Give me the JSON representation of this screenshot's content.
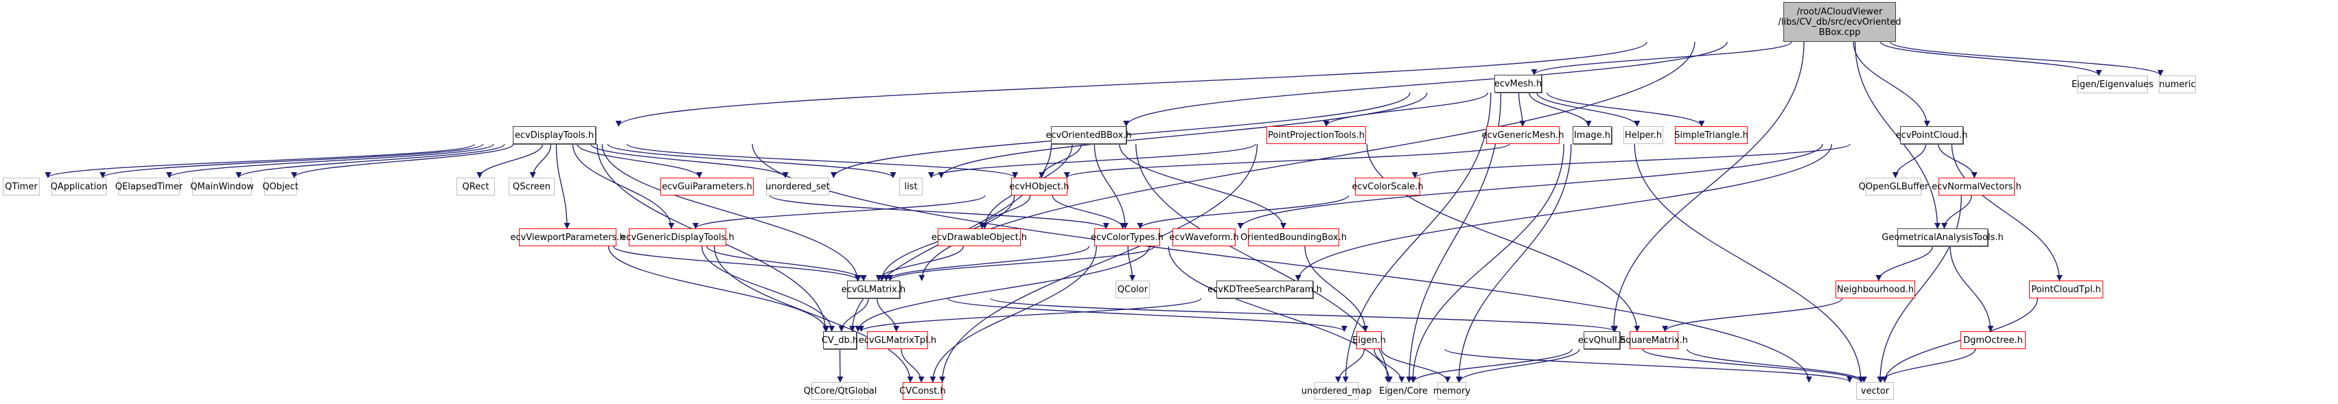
{
  "graph": {
    "title": "Include dependency graph for ecvOrientedBBox.cpp",
    "edge_color": "#191970",
    "border_colors": {
      "documented": "#404040",
      "incomplete": "#ff0000",
      "external": "#bfbfbf",
      "root_fill": "#bfbfbf"
    },
    "nodes": [
      {
        "id": "root",
        "label": "/root/ACloudViewer /libs/CV_db/src/ecvOriented BBox.cpp",
        "kind": "root"
      },
      {
        "id": "ecvDisplayTools",
        "label": "ecvDisplayTools.h",
        "kind": "black"
      },
      {
        "id": "ecvMesh",
        "label": "ecvMesh.h",
        "kind": "black"
      },
      {
        "id": "ecvOrientedBBox",
        "label": "ecvOrientedBBox.h",
        "kind": "black"
      },
      {
        "id": "PointProjectionTools",
        "label": "PointProjectionTools.h",
        "kind": "red"
      },
      {
        "id": "ecvGenericMesh",
        "label": "ecvGenericMesh.h",
        "kind": "red"
      },
      {
        "id": "Image",
        "label": "Image.h",
        "kind": "black"
      },
      {
        "id": "Helper",
        "label": "Helper.h",
        "kind": "gray"
      },
      {
        "id": "SimpleTriangle",
        "label": "SimpleTriangle.h",
        "kind": "red"
      },
      {
        "id": "ecvPointCloud",
        "label": "ecvPointCloud.h",
        "kind": "black"
      },
      {
        "id": "EigenEigenvalues",
        "label": "Eigen/Eigenvalues",
        "kind": "gray"
      },
      {
        "id": "numeric",
        "label": "numeric",
        "kind": "gray"
      },
      {
        "id": "QTimer",
        "label": "QTimer",
        "kind": "gray"
      },
      {
        "id": "QApplication",
        "label": "QApplication",
        "kind": "gray"
      },
      {
        "id": "QElapsedTimer",
        "label": "QElapsedTimer",
        "kind": "gray"
      },
      {
        "id": "QMainWindow",
        "label": "QMainWindow",
        "kind": "gray"
      },
      {
        "id": "QObject",
        "label": "QObject",
        "kind": "gray"
      },
      {
        "id": "QRect",
        "label": "QRect",
        "kind": "gray"
      },
      {
        "id": "QScreen",
        "label": "QScreen",
        "kind": "gray"
      },
      {
        "id": "ecvGuiParameters",
        "label": "ecvGuiParameters.h",
        "kind": "red"
      },
      {
        "id": "unordered_set",
        "label": "unordered_set",
        "kind": "gray"
      },
      {
        "id": "list",
        "label": "list",
        "kind": "gray"
      },
      {
        "id": "ecvHObject",
        "label": "ecvHObject.h",
        "kind": "red"
      },
      {
        "id": "ecvColorScale",
        "label": "ecvColorScale.h",
        "kind": "red"
      },
      {
        "id": "QOpenGLBuffer",
        "label": "QOpenGLBuffer",
        "kind": "gray"
      },
      {
        "id": "ecvNormalVectors",
        "label": "ecvNormalVectors.h",
        "kind": "red"
      },
      {
        "id": "ecvViewportParameters",
        "label": "ecvViewportParameters.h",
        "kind": "red"
      },
      {
        "id": "ecvGenericDisplayTools",
        "label": "ecvGenericDisplayTools.h",
        "kind": "red"
      },
      {
        "id": "ecvDrawableObject",
        "label": "ecvDrawableObject.h",
        "kind": "red"
      },
      {
        "id": "ecvColorTypes",
        "label": "ecvColorTypes.h",
        "kind": "red"
      },
      {
        "id": "ecvWaveform",
        "label": "ecvWaveform.h",
        "kind": "red"
      },
      {
        "id": "OrientedBoundingBox",
        "label": "OrientedBoundingBox.h",
        "kind": "red"
      },
      {
        "id": "GeometricalAnalysisTools",
        "label": "GeometricalAnalysisTools.h",
        "kind": "black"
      },
      {
        "id": "ecvGLMatrix",
        "label": "ecvGLMatrix.h",
        "kind": "black"
      },
      {
        "id": "QColor",
        "label": "QColor",
        "kind": "gray"
      },
      {
        "id": "ecvKDTreeSearchParam",
        "label": "ecvKDTreeSearchParam.h",
        "kind": "black"
      },
      {
        "id": "Neighbourhood",
        "label": "Neighbourhood.h",
        "kind": "red"
      },
      {
        "id": "PointCloudTpl",
        "label": "PointCloudTpl.h",
        "kind": "red"
      },
      {
        "id": "CV_db",
        "label": "CV_db.h",
        "kind": "black"
      },
      {
        "id": "ecvGLMatrixTpl",
        "label": "ecvGLMatrixTpl.h",
        "kind": "red"
      },
      {
        "id": "Eigen",
        "label": "Eigen.h",
        "kind": "red"
      },
      {
        "id": "ecvQhull",
        "label": "ecvQhull.h",
        "kind": "black"
      },
      {
        "id": "SquareMatrix",
        "label": "SquareMatrix.h",
        "kind": "red"
      },
      {
        "id": "DgmOctree",
        "label": "DgmOctree.h",
        "kind": "red"
      },
      {
        "id": "QtGlobal",
        "label": "QtCore/QtGlobal",
        "kind": "gray"
      },
      {
        "id": "CVConst",
        "label": "CVConst.h",
        "kind": "red"
      },
      {
        "id": "unordered_map",
        "label": "unordered_map",
        "kind": "gray"
      },
      {
        "id": "EigenCore",
        "label": "Eigen/Core",
        "kind": "gray"
      },
      {
        "id": "memory",
        "label": "memory",
        "kind": "gray"
      },
      {
        "id": "vector",
        "label": "vector",
        "kind": "gray"
      }
    ],
    "edges": [
      [
        "root",
        "ecvDisplayTools"
      ],
      [
        "root",
        "ecvMesh"
      ],
      [
        "root",
        "ecvOrientedBBox"
      ],
      [
        "root",
        "ecvPointCloud"
      ],
      [
        "root",
        "EigenEigenvalues"
      ],
      [
        "root",
        "numeric"
      ],
      [
        "root",
        "ecvGLMatrix"
      ],
      [
        "root",
        "ecvQhull"
      ],
      [
        "root",
        "GeometricalAnalysisTools"
      ],
      [
        "ecvDisplayTools",
        "QTimer"
      ],
      [
        "ecvDisplayTools",
        "QApplication"
      ],
      [
        "ecvDisplayTools",
        "QElapsedTimer"
      ],
      [
        "ecvDisplayTools",
        "QMainWindow"
      ],
      [
        "ecvDisplayTools",
        "QObject"
      ],
      [
        "ecvDisplayTools",
        "QRect"
      ],
      [
        "ecvDisplayTools",
        "QScreen"
      ],
      [
        "ecvDisplayTools",
        "ecvGuiParameters"
      ],
      [
        "ecvDisplayTools",
        "unordered_set"
      ],
      [
        "ecvDisplayTools",
        "list"
      ],
      [
        "ecvDisplayTools",
        "ecvHObject"
      ],
      [
        "ecvDisplayTools",
        "ecvViewportParameters"
      ],
      [
        "ecvDisplayTools",
        "ecvGenericDisplayTools"
      ],
      [
        "ecvDisplayTools",
        "ecvGLMatrix"
      ],
      [
        "ecvDisplayTools",
        "CV_db"
      ],
      [
        "ecvDisplayTools",
        "vector"
      ],
      [
        "ecvMesh",
        "PointProjectionTools"
      ],
      [
        "ecvMesh",
        "ecvGenericMesh"
      ],
      [
        "ecvMesh",
        "Image"
      ],
      [
        "ecvMesh",
        "Helper"
      ],
      [
        "ecvMesh",
        "SimpleTriangle"
      ],
      [
        "ecvMesh",
        "unordered_set"
      ],
      [
        "ecvMesh",
        "list"
      ],
      [
        "ecvMesh",
        "unordered_map"
      ],
      [
        "ecvMesh",
        "EigenCore"
      ],
      [
        "ecvOrientedBBox",
        "ecvHObject"
      ],
      [
        "ecvOrientedBBox",
        "ecvColorTypes"
      ],
      [
        "ecvOrientedBBox",
        "OrientedBoundingBox"
      ],
      [
        "ecvOrientedBBox",
        "ecvDrawableObject"
      ],
      [
        "ecvOrientedBBox",
        "CV_db"
      ],
      [
        "ecvOrientedBBox",
        "EigenCore"
      ],
      [
        "PointProjectionTools",
        "list"
      ],
      [
        "PointProjectionTools",
        "CVConst"
      ],
      [
        "PointProjectionTools",
        "SquareMatrix"
      ],
      [
        "Image",
        "ecvHObject"
      ],
      [
        "Image",
        "memory"
      ],
      [
        "Image",
        "vector"
      ],
      [
        "Image",
        "EigenCore"
      ],
      [
        "ecvPointCloud",
        "ecvColorScale"
      ],
      [
        "ecvPointCloud",
        "QOpenGLBuffer"
      ],
      [
        "ecvPointCloud",
        "ecvNormalVectors"
      ],
      [
        "ecvPointCloud",
        "ecvWaveform"
      ],
      [
        "ecvPointCloud",
        "ecvKDTreeSearchParam"
      ],
      [
        "ecvPointCloud",
        "PointCloudTpl"
      ],
      [
        "ecvGuiParameters",
        "ecvColorTypes"
      ],
      [
        "ecvHObject",
        "ecvDrawableObject"
      ],
      [
        "ecvHObject",
        "ecvColorTypes"
      ],
      [
        "ecvHObject",
        "ecvGLMatrix"
      ],
      [
        "ecvHObject",
        "ecvGenericDisplayTools"
      ],
      [
        "ecvColorScale",
        "ecvColorTypes"
      ],
      [
        "ecvNormalVectors",
        "GeometricalAnalysisTools"
      ],
      [
        "ecvNormalVectors",
        "vector"
      ],
      [
        "ecvViewportParameters",
        "ecvGLMatrix"
      ],
      [
        "ecvViewportParameters",
        "CV_db"
      ],
      [
        "ecvGenericDisplayTools",
        "ecvGLMatrix"
      ],
      [
        "ecvGenericDisplayTools",
        "CV_db"
      ],
      [
        "ecvGenericDisplayTools",
        "CVConst"
      ],
      [
        "ecvDrawableObject",
        "ecvGLMatrix"
      ],
      [
        "ecvColorTypes",
        "QColor"
      ],
      [
        "ecvColorTypes",
        "ecvGLMatrix"
      ],
      [
        "ecvColorTypes",
        "CVConst"
      ],
      [
        "ecvColorTypes",
        "EigenCore"
      ],
      [
        "ecvWaveform",
        "ecvGLMatrix"
      ],
      [
        "ecvWaveform",
        "CV_db"
      ],
      [
        "OrientedBoundingBox",
        "Eigen"
      ],
      [
        "GeometricalAnalysisTools",
        "Neighbourhood"
      ],
      [
        "GeometricalAnalysisTools",
        "DgmOctree"
      ],
      [
        "ecvGLMatrix",
        "CV_db"
      ],
      [
        "ecvGLMatrix",
        "ecvGLMatrixTpl"
      ],
      [
        "ecvGLMatrix",
        "Eigen"
      ],
      [
        "ecvGLMatrix",
        "SquareMatrix"
      ],
      [
        "ecvKDTreeSearchParam",
        "CV_db"
      ],
      [
        "Neighbourhood",
        "SquareMatrix"
      ],
      [
        "PointCloudTpl",
        "vector"
      ],
      [
        "CV_db",
        "QtGlobal"
      ],
      [
        "ecvGLMatrixTpl",
        "CVConst"
      ],
      [
        "Eigen",
        "unordered_map"
      ],
      [
        "Eigen",
        "EigenCore"
      ],
      [
        "Eigen",
        "memory"
      ],
      [
        "Eigen",
        "vector"
      ],
      [
        "ecvQhull",
        "EigenCore"
      ],
      [
        "ecvQhull",
        "memory"
      ],
      [
        "ecvQhull",
        "vector"
      ],
      [
        "SquareMatrix",
        "vector"
      ],
      [
        "DgmOctree",
        "vector"
      ]
    ]
  }
}
